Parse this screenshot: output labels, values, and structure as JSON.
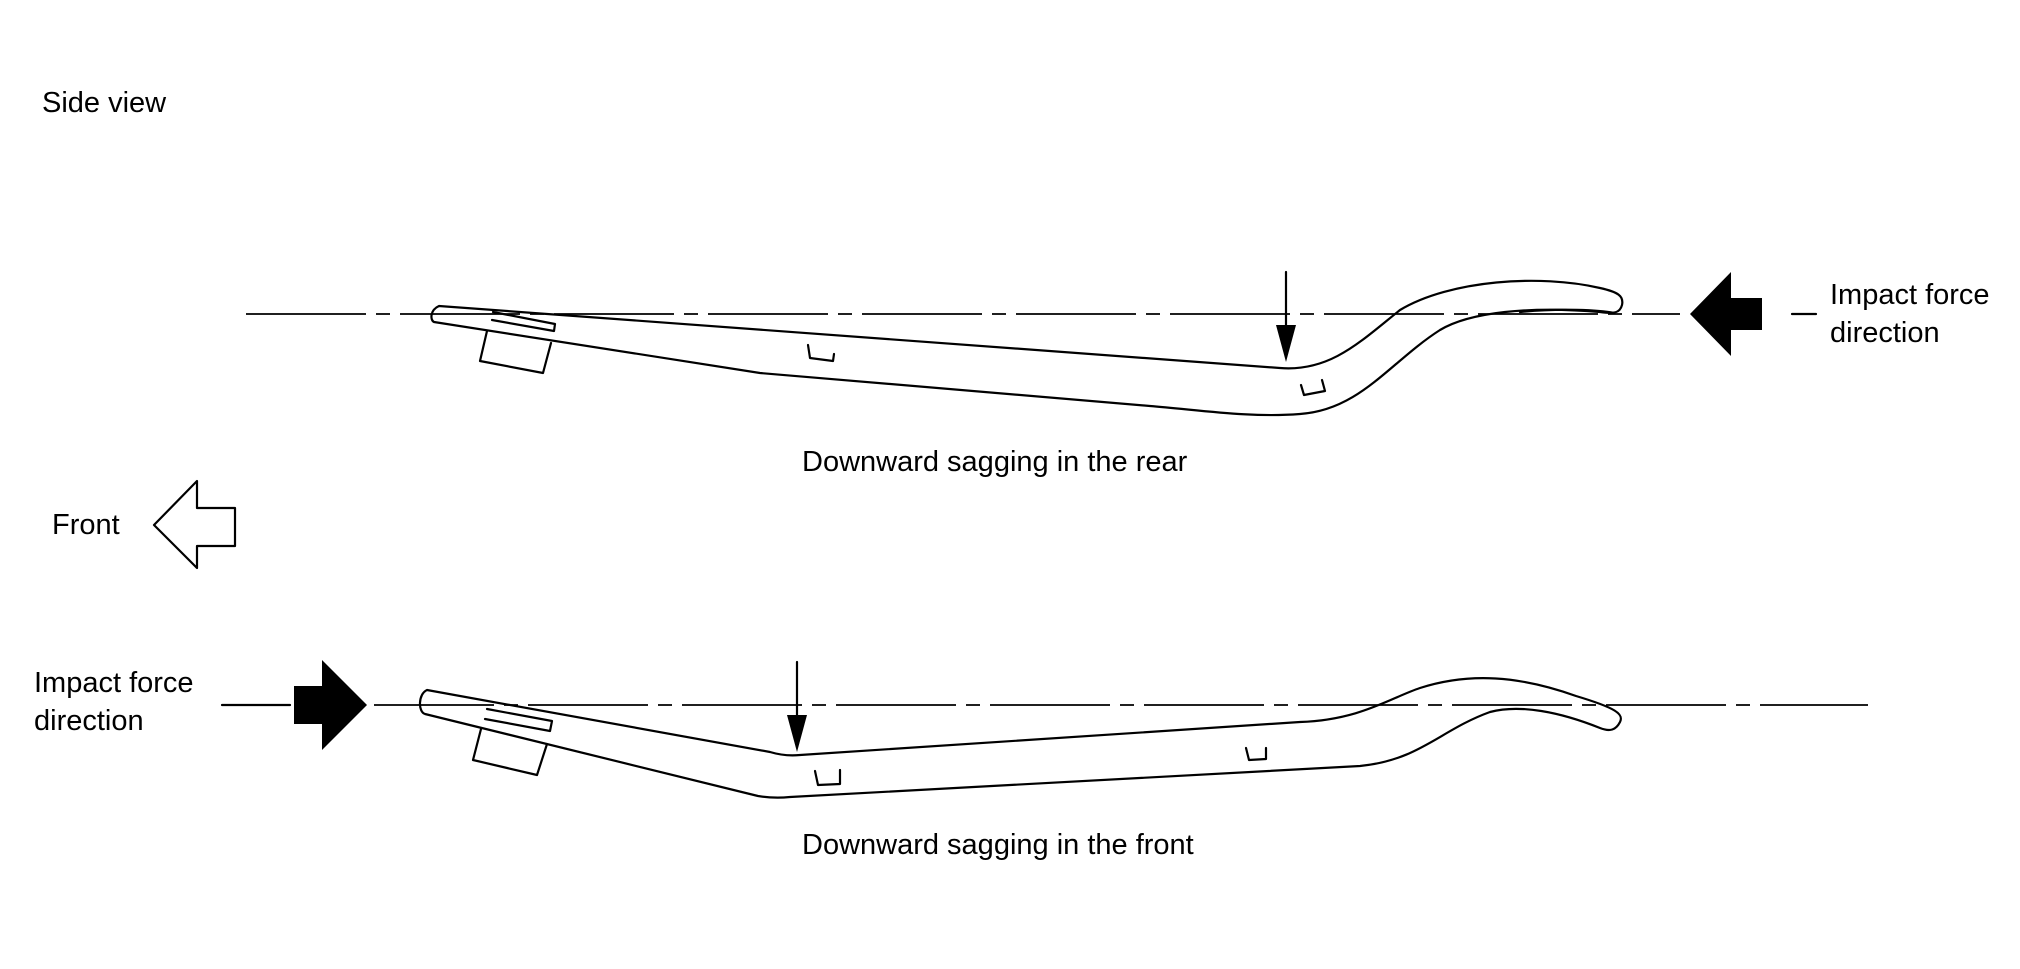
{
  "labels": {
    "side_view": "Side view",
    "rear_impact": [
      "Impact force",
      "direction"
    ],
    "rear_caption": "Downward sagging in the rear",
    "front": "Front",
    "front_impact": [
      "Impact force",
      "direction"
    ],
    "front_caption": "Downward sagging in the front"
  },
  "colors": {
    "line": "#000000",
    "background": "#ffffff"
  },
  "icons": [
    "front-direction-arrow-icon",
    "impact-arrow-icon"
  ]
}
